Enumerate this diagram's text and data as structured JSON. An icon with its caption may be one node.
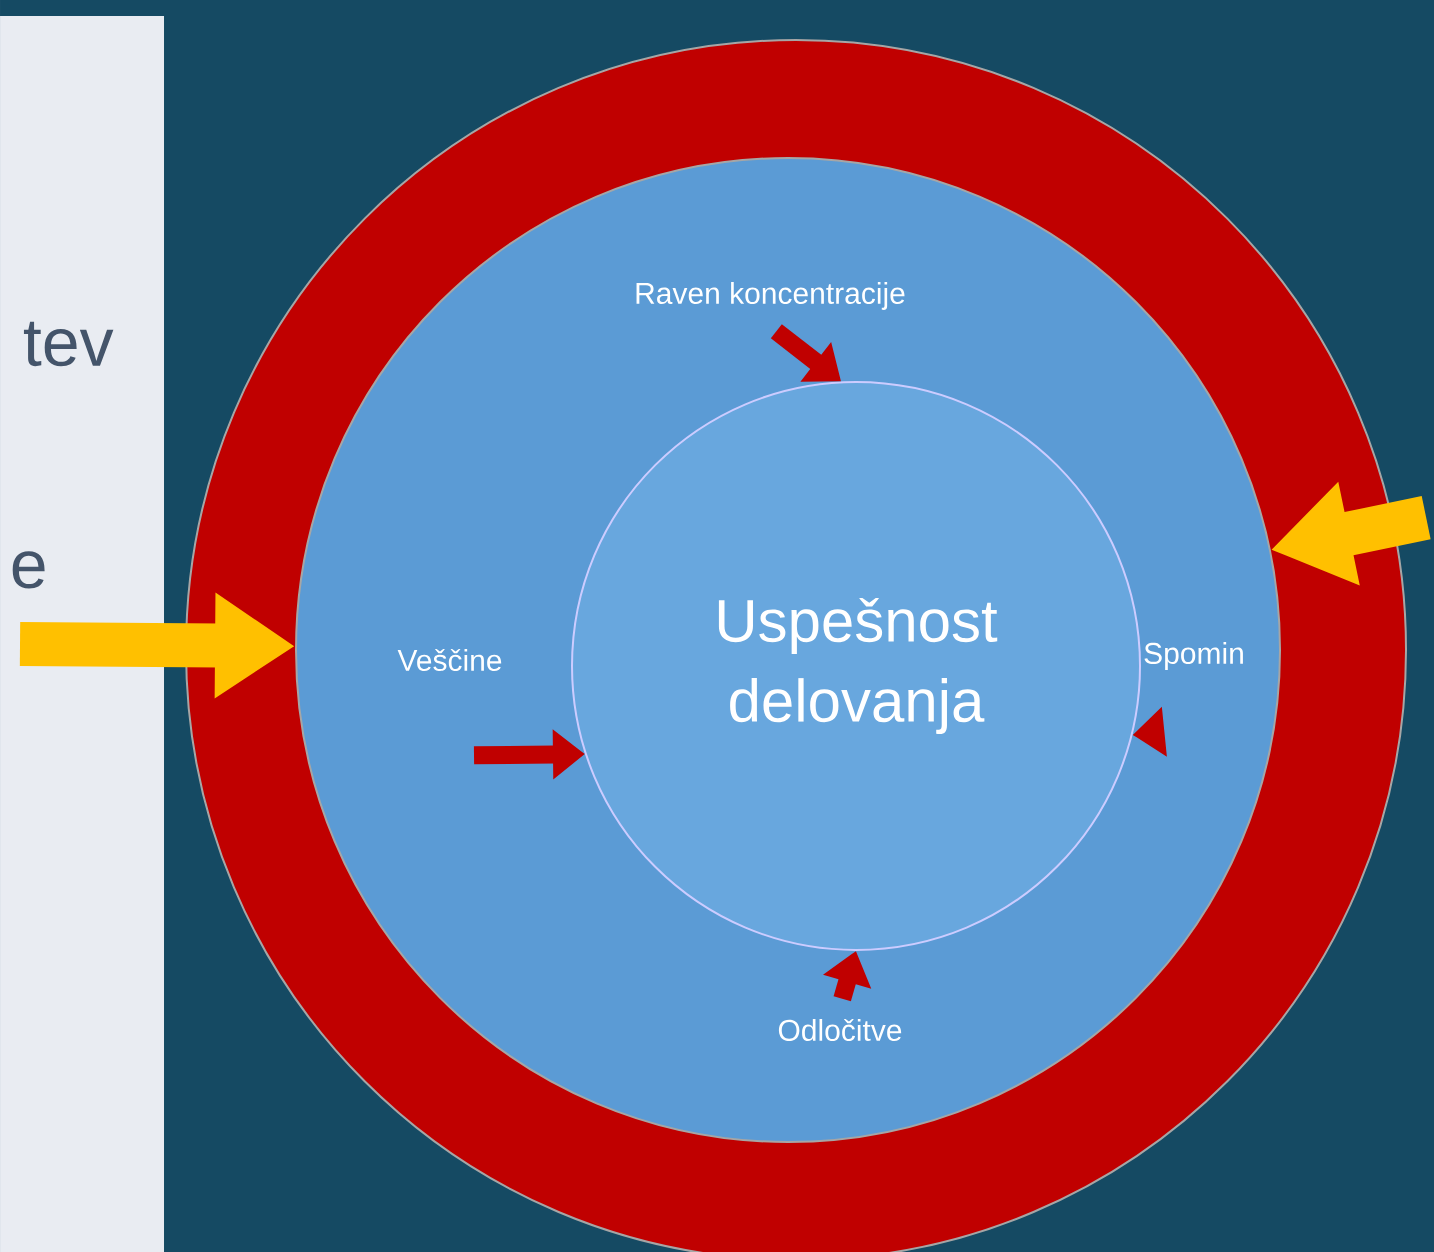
{
  "diagram": {
    "nodes": [
      {
        "text": [],
        "shape": "circle"
      },
      {
        "text": [],
        "shape": "circle",
        "in": 0
      },
      {
        "text": [
          "Uspešnost delovanja"
        ],
        "in": 1
      },
      {
        "text": [
          "Raven koncentracije"
        ],
        "in": 1
      },
      {
        "text": [
          "Veščine"
        ],
        "in": 1
      },
      {
        "text": [
          "Spomin"
        ],
        "in": 1
      },
      {
        "text": [
          "Odločitve"
        ],
        "in": 1
      }
    ],
    "edges": [
      {
        "from": 3,
        "to": 2,
        "arrow": "to"
      },
      {
        "from": 4,
        "to": 2,
        "arrow": "to"
      },
      {
        "from": 5,
        "to": 2,
        "arrow": "to"
      },
      {
        "from": 6,
        "to": 2,
        "arrow": "to"
      },
      {
        "from": null,
        "to": 1,
        "arrow": "to",
        "style": "thick",
        "color": "#ffc000"
      },
      {
        "from": null,
        "to": 1,
        "arrow": "to",
        "style": "thick",
        "color": "#ffc000"
      }
    ],
    "labels": [
      "tev",
      "e"
    ]
  }
}
